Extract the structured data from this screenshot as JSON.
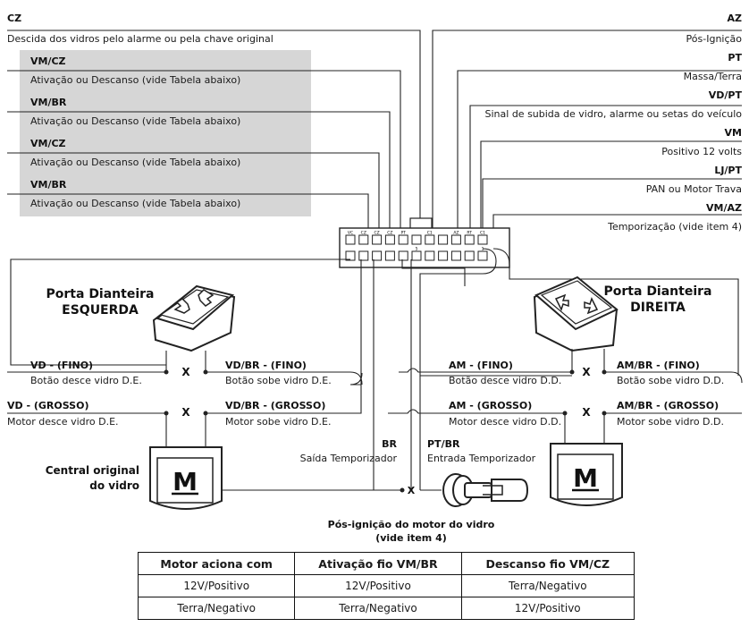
{
  "left_wires": [
    {
      "code": "CZ",
      "desc": "Descida dos vidros pelo alarme ou pela chave original"
    },
    {
      "code": "VM/CZ",
      "desc": "Ativação ou Descanso (vide Tabela abaixo)"
    },
    {
      "code": "VM/BR",
      "desc": "Ativação ou Descanso (vide Tabela abaixo)"
    },
    {
      "code": "VM/CZ",
      "desc": "Ativação ou Descanso (vide Tabela abaixo)"
    },
    {
      "code": "VM/BR",
      "desc": "Ativação ou Descanso (vide Tabela abaixo)"
    }
  ],
  "right_wires": [
    {
      "code": "AZ",
      "desc": "Pós-Ignição"
    },
    {
      "code": "PT",
      "desc": "Massa/Terra"
    },
    {
      "code": "VD/PT",
      "desc": "Sinal de subida de vidro, alarme ou setas do veículo"
    },
    {
      "code": "VM",
      "desc": "Positivo 12 volts"
    },
    {
      "code": "LJ/PT",
      "desc": "PAN ou Motor Trava"
    },
    {
      "code": "VM/AZ",
      "desc": "Temporização (vide item 4)"
    }
  ],
  "connector": {
    "top_pins": [
      "VC",
      "CZ",
      "CZ",
      "CZ",
      "PT",
      "",
      "C1",
      "",
      "AZ",
      "RT",
      "C1"
    ],
    "bottom_pins": [
      "",
      "",
      "",
      "",
      "",
      "5",
      "",
      "",
      "",
      "",
      "1"
    ]
  },
  "doors": {
    "left": {
      "title_line1": "Porta Dianteira",
      "title_line2": "ESQUERDA"
    },
    "right": {
      "title_line1": "Porta Dianteira",
      "title_line2": "DIREITA"
    }
  },
  "left_side": {
    "vd_fino_code": "VD - (FINO)",
    "vd_fino_desc": "Botão desce vidro D.E.",
    "vdbr_fino_code": "VD/BR - (FINO)",
    "vdbr_fino_desc": "Botão sobe vidro D.E.",
    "vd_grosso_code": "VD - (GROSSO)",
    "vd_grosso_desc": "Motor desce vidro D.E.",
    "vdbr_grosso_code": "VD/BR - (GROSSO)",
    "vdbr_grosso_desc": "Motor sobe vidro D.E."
  },
  "right_side": {
    "am_fino_code": "AM - (FINO)",
    "am_fino_desc": "Botão desce vidro D.D.",
    "ambr_fino_code": "AM/BR - (FINO)",
    "ambr_fino_desc": "Botão sobe vidro D.D.",
    "am_grosso_code": "AM - (GROSSO)",
    "am_grosso_desc": "Motor desce vidro D.D.",
    "ambr_grosso_code": "AM/BR - (GROSSO)",
    "ambr_grosso_desc": "Motor sobe vidro D.D."
  },
  "cut_mark": "X",
  "motor_letter": "M",
  "central_original_line1": "Central original",
  "central_original_line2": "do vidro",
  "br_code": "BR",
  "br_desc": "Saída Temporizador",
  "ptbr_code": "PT/BR",
  "ptbr_desc": "Entrada Temporizador",
  "pos_ignicao_line1": "Pós-ignição do motor do vidro",
  "pos_ignicao_line2": "(vide item 4)",
  "table": {
    "headers": [
      "Motor aciona com",
      "Ativação fio VM/BR",
      "Descanso fio VM/CZ"
    ],
    "rows": [
      [
        "12V/Positivo",
        "12V/Positivo",
        "Terra/Negativo"
      ],
      [
        "Terra/Negativo",
        "Terra/Negativo",
        "12V/Positivo"
      ]
    ]
  },
  "colors": {
    "gray_box": "#d6d6d6",
    "ink": "#1a1a1a"
  }
}
